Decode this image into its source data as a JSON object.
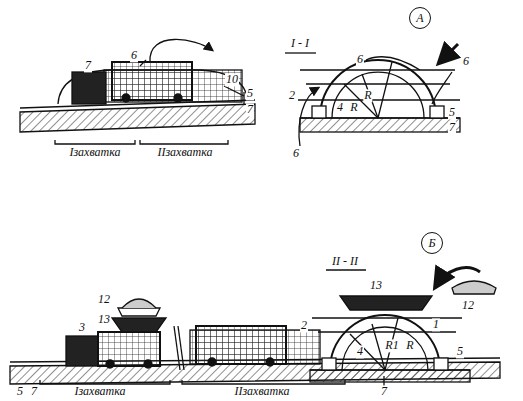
{
  "diagram": {
    "nodes": [
      {
        "text": [
          "А"
        ]
      },
      {
        "text": [
          "Б"
        ]
      }
    ],
    "labels": [
      "7",
      "6",
      "10",
      "5",
      "7",
      "Iзахватка",
      "IIзахватка",
      "I - I",
      "6",
      "2",
      "6",
      "4",
      "R",
      "R",
      "5",
      "7",
      "6",
      "12",
      "13",
      "3",
      "5",
      "7",
      "Iзахватка",
      "IIзахватка",
      "II - II",
      "12",
      "13",
      "2",
      "1",
      "4",
      "R1",
      "R",
      "5",
      "7"
    ]
  }
}
